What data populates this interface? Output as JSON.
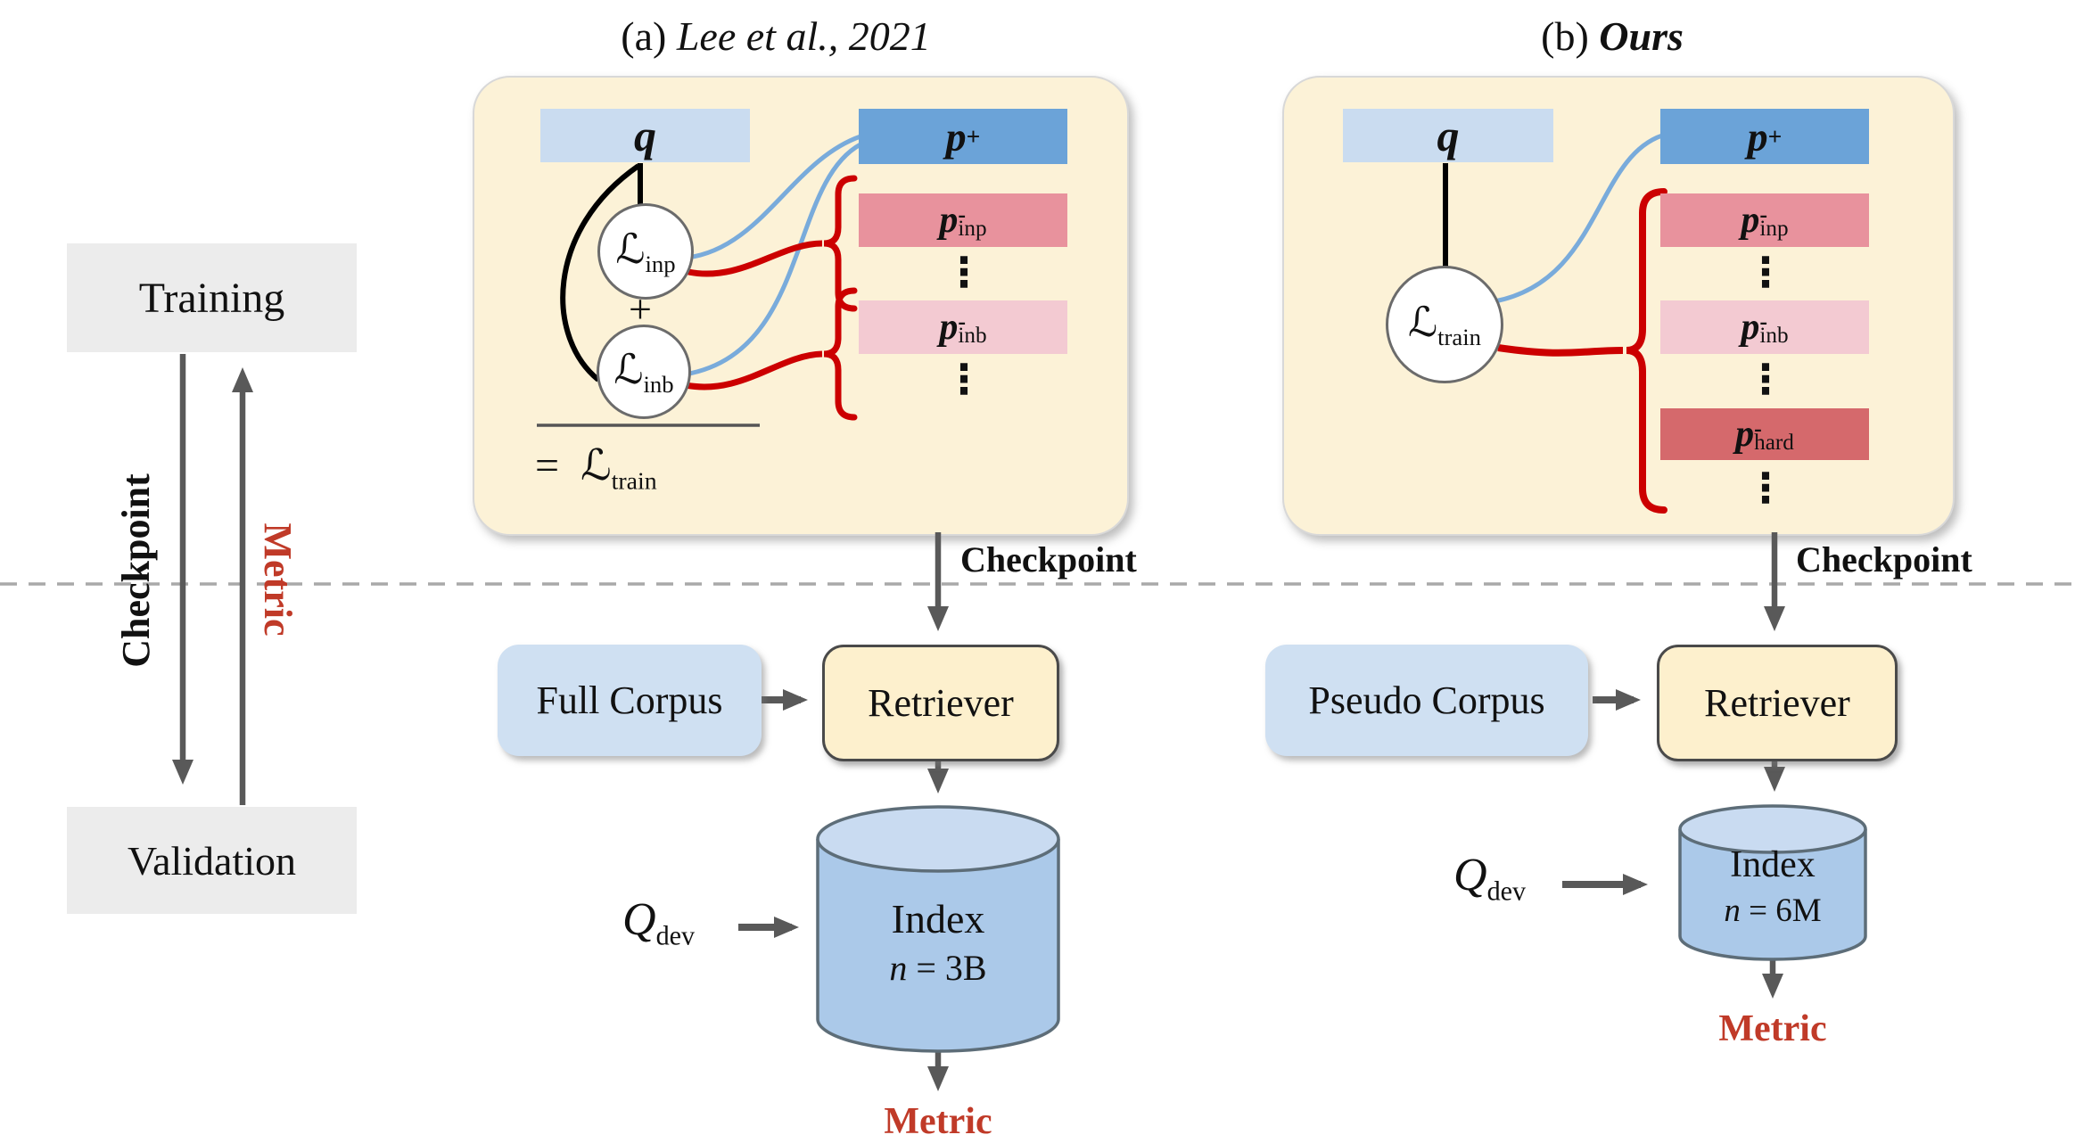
{
  "left_flow": {
    "training": "Training",
    "validation": "Validation",
    "checkpoint_label": "Checkpoint",
    "metric_label": "Metric"
  },
  "panel_a": {
    "title_prefix": "(a)",
    "title_name": "Lee et al., 2021",
    "query": "q",
    "positive": {
      "base": "p",
      "sup": "+"
    },
    "neg_inp": {
      "base": "p",
      "sup": "-",
      "sub": "inp"
    },
    "neg_inb": {
      "base": "p",
      "sup": "-",
      "sub": "inb"
    },
    "dots": "⋮",
    "loss_inp": {
      "base": "ℒ",
      "sub": "inp"
    },
    "plus": "+",
    "loss_inb": {
      "base": "ℒ",
      "sub": "inb"
    },
    "loss_total": {
      "eq": "=",
      "base": "ℒ",
      "sub": "train"
    },
    "checkpoint_label": "Checkpoint",
    "full_corpus": "Full Corpus",
    "retriever": "Retriever",
    "qdev": {
      "base": "Q",
      "sub": "dev"
    },
    "index": {
      "title": "Index",
      "n_var": "n",
      "n_rest": " = 3B"
    },
    "metric": "Metric"
  },
  "panel_b": {
    "title_prefix": "(b)",
    "title_name": "Ours",
    "query": "q",
    "positive": {
      "base": "p",
      "sup": "+"
    },
    "neg_inp": {
      "base": "p",
      "sup": "-",
      "sub": "inp"
    },
    "neg_inb": {
      "base": "p",
      "sup": "-",
      "sub": "inb"
    },
    "neg_hard": {
      "base": "p",
      "sup": "-",
      "sub": "hard"
    },
    "dots": "⋮",
    "loss_train": {
      "base": "ℒ",
      "sub": "train"
    },
    "checkpoint_label": "Checkpoint",
    "pseudo_corpus": "Pseudo Corpus",
    "retriever": "Retriever",
    "qdev": {
      "base": "Q",
      "sub": "dev"
    },
    "index": {
      "title": "Index",
      "n_var": "n",
      "n_rest": " = 6M"
    },
    "metric": "Metric"
  },
  "colors": {
    "panel_bg": "#fcf2d7",
    "box_gray": "#ececec",
    "query_blue": "#cadcf0",
    "positive_blue": "#6ba3d8",
    "neg_inp_pink": "#e8929d",
    "neg_inb_pink": "#f3cad2",
    "neg_hard_red": "#d5696c",
    "corpus_blue": "#cfe0f2",
    "retriever_cream": "#fdf0cd",
    "cylinder_body": "#abc9e9",
    "cylinder_top": "#c9dbf1",
    "arrow_gray": "#595959",
    "accent_red": "#cc0000",
    "metric_red": "#c03a28",
    "blue_curve": "#79abdb"
  }
}
